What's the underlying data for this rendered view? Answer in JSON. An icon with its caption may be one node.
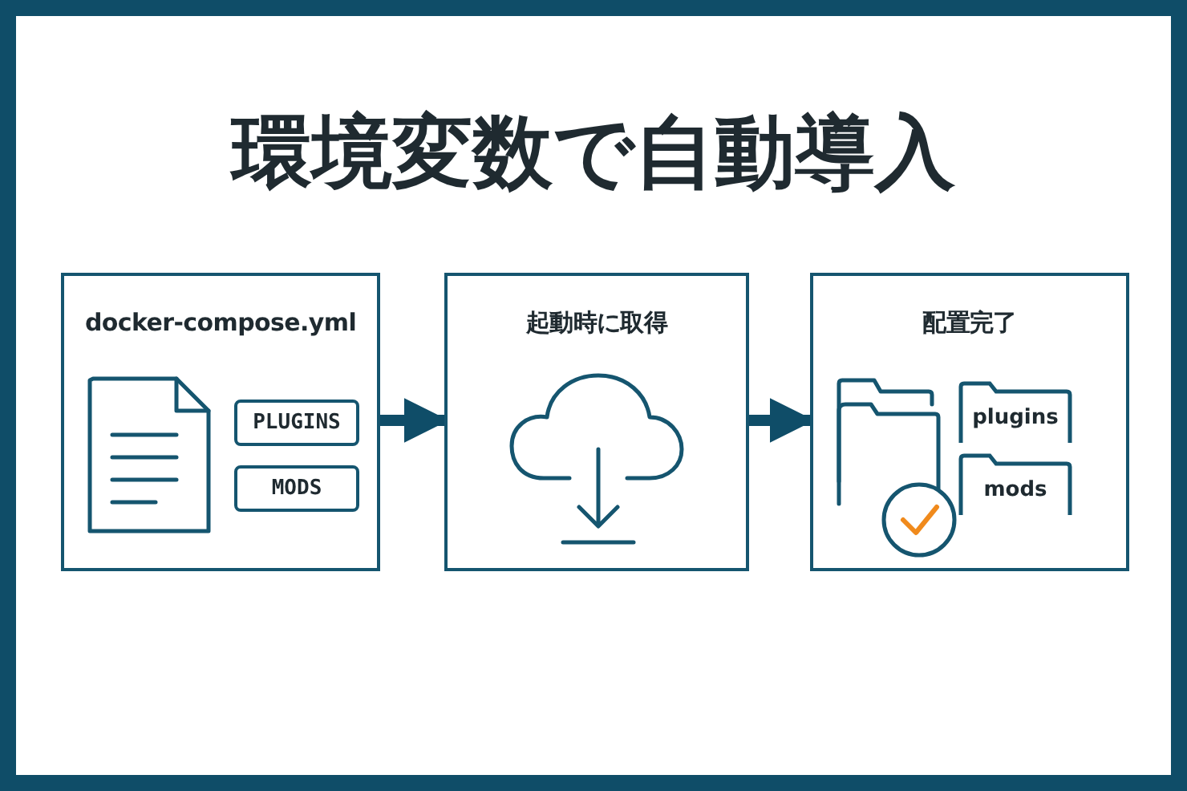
{
  "diagram": {
    "title": "環境変数で自動導入",
    "nodes": [
      {
        "text": [
          "docker-compose.yml"
        ]
      },
      {
        "text": [
          "PLUGINS"
        ],
        "in": 0
      },
      {
        "text": [
          "MODS"
        ],
        "in": 0
      },
      {
        "text": [
          "起動時に取得"
        ]
      },
      {
        "text": [
          "配置完了"
        ]
      },
      {
        "text": [
          "plugins"
        ],
        "in": 4
      },
      {
        "text": [
          "mods"
        ],
        "in": 4
      }
    ],
    "edges": [
      {
        "from": 0,
        "to": 3,
        "arrow": "to"
      },
      {
        "from": 3,
        "to": 4,
        "arrow": "to"
      }
    ]
  }
}
